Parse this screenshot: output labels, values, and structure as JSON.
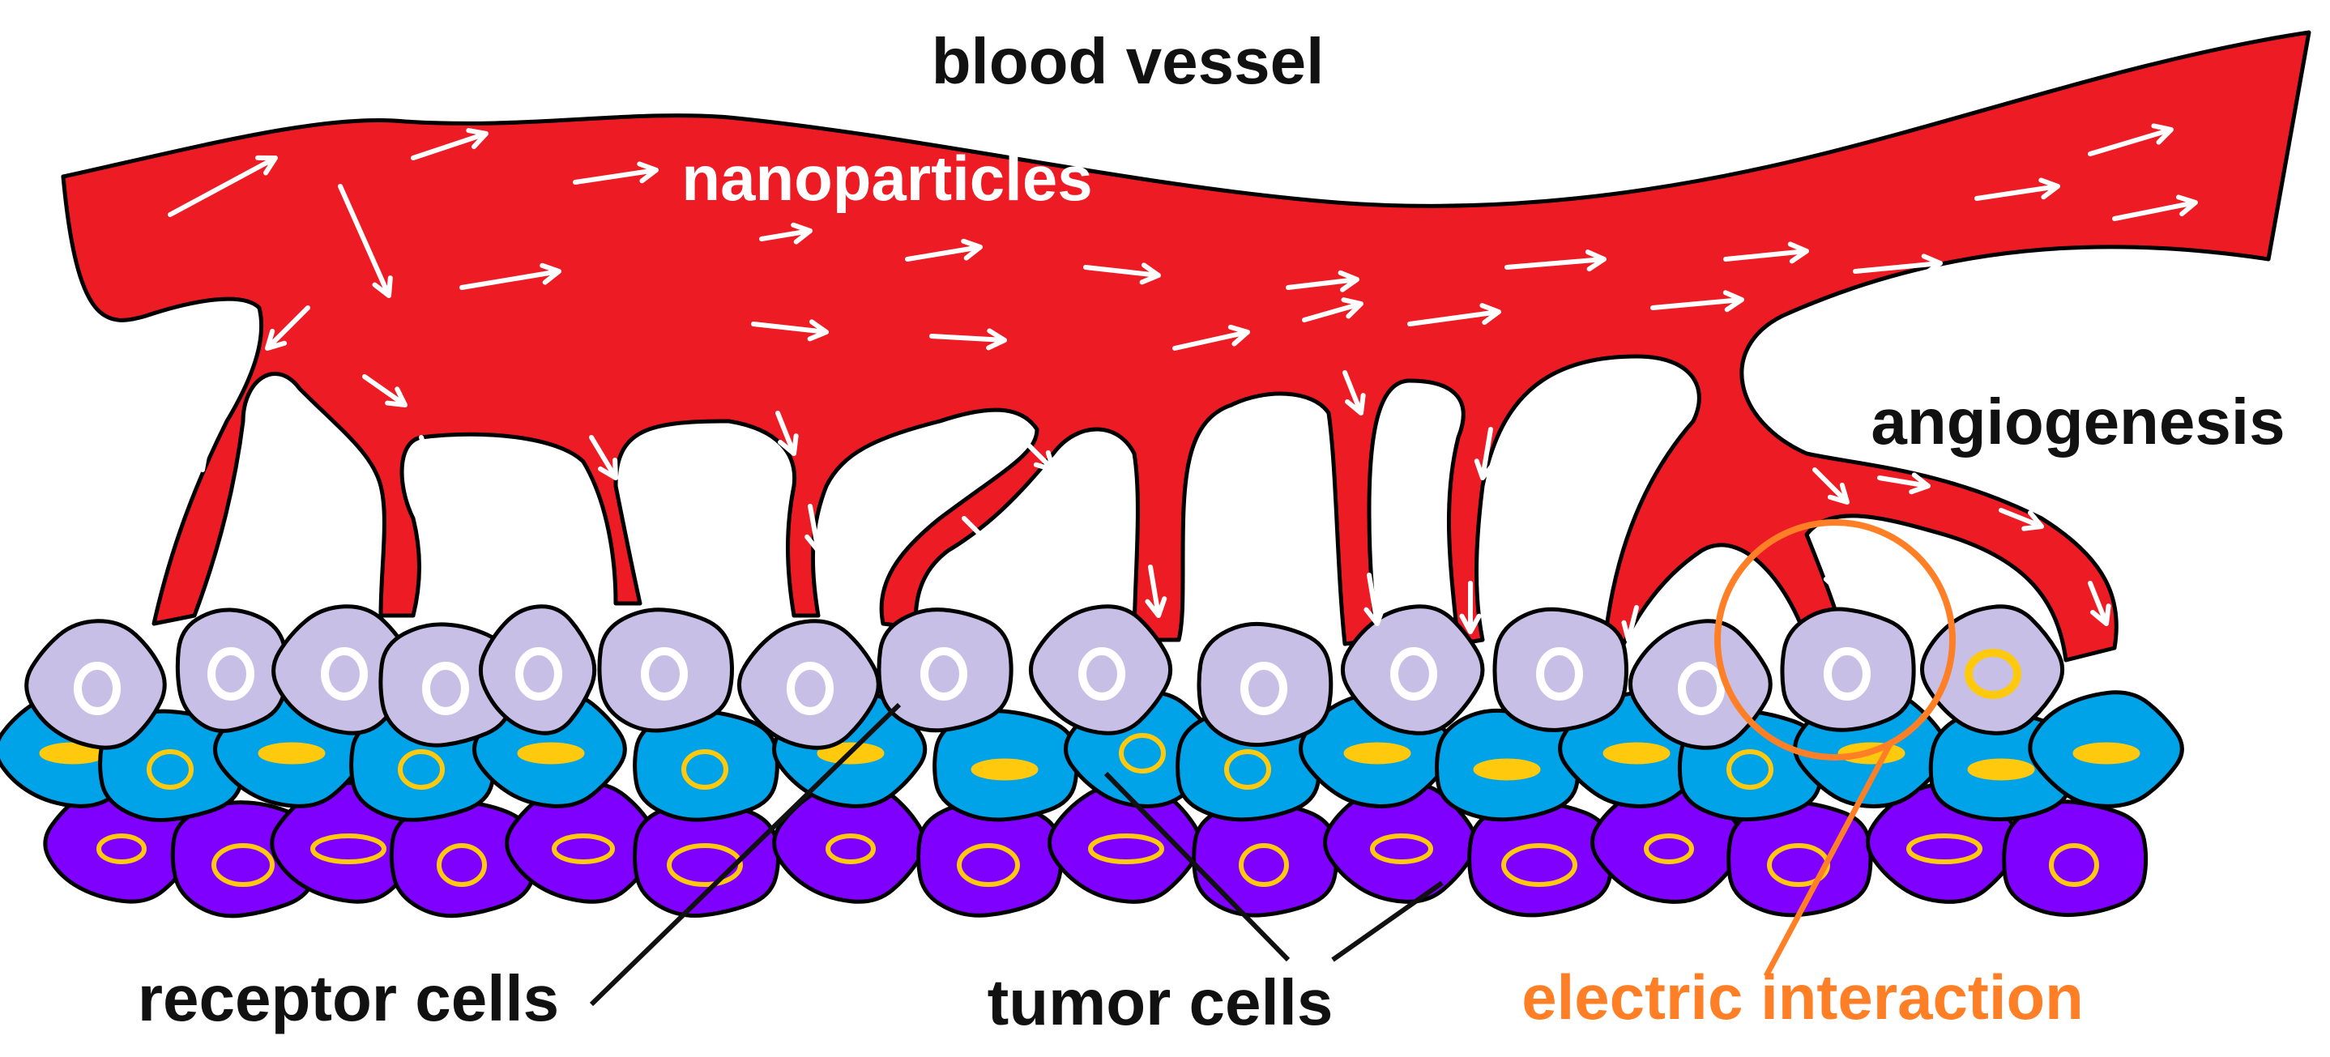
{
  "labels": {
    "blood_vessel": "blood vessel",
    "nanoparticles": "nanoparticles",
    "angiogenesis": "angiogenesis",
    "receptor_cells": "receptor cells",
    "tumor_cells": "tumor cells",
    "electric_interaction": "electric interaction"
  },
  "colors": {
    "vessel": "#ed1c24",
    "receptor_cell": "#c8bfe7",
    "tumor_cell_blue": "#00a2e8",
    "tumor_cell_purple": "#8000ff",
    "nucleus": "#ffc90e",
    "interaction": "#ff7f27",
    "outline": "#000000"
  }
}
